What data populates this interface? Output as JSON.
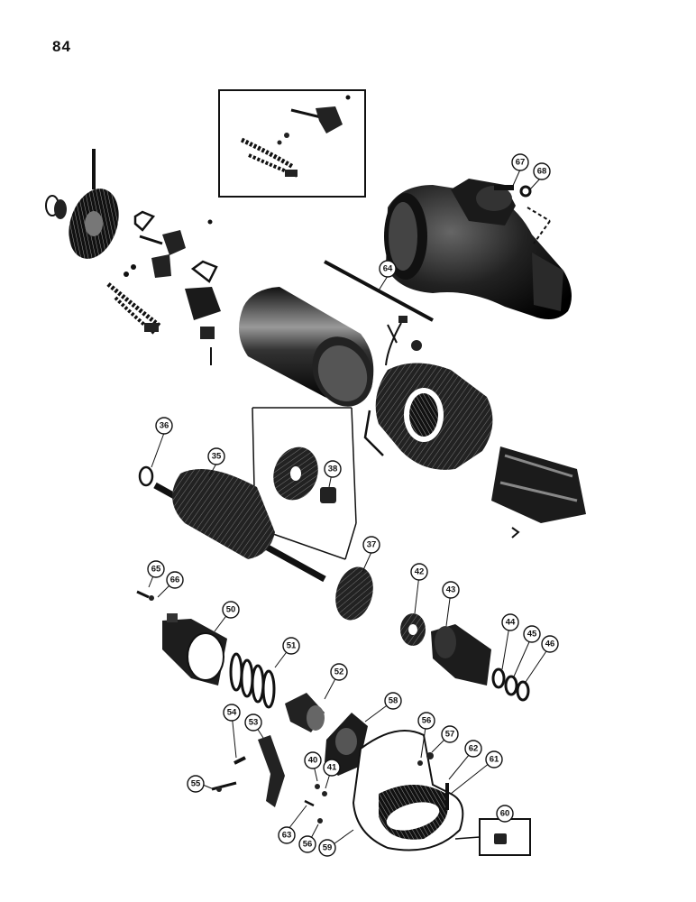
{
  "page_number": "84",
  "callouts": [
    "67",
    "68",
    "64",
    "36",
    "35",
    "38",
    "37",
    "65",
    "66",
    "50",
    "51",
    "52",
    "42",
    "43",
    "44",
    "45",
    "46",
    "58",
    "54",
    "53",
    "56",
    "57",
    "62",
    "61",
    "40",
    "41",
    "55",
    "63",
    "56",
    "59",
    "60"
  ],
  "colors": {
    "ink": "#111111",
    "paper": "#ffffff"
  }
}
